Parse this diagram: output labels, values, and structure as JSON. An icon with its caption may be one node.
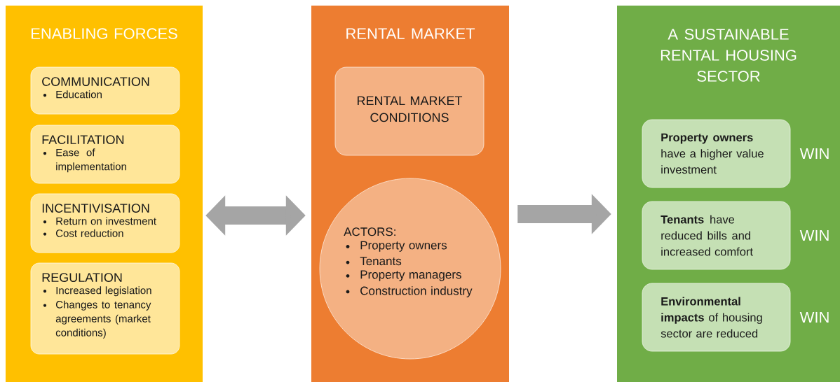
{
  "diagram": {
    "nodes": [
      {
        "text": [
          "ENABLING FORCES"
        ]
      },
      {
        "text": [
          "COMMUNICATION",
          "Education"
        ],
        "in": 0
      },
      {
        "text": [
          "FACILITATION",
          "Ease of implementation"
        ],
        "in": 0
      },
      {
        "text": [
          "INCENTIVISATION",
          "Return on investment",
          "Cost reduction"
        ],
        "in": 0
      },
      {
        "text": [
          "REGULATION",
          "Increased legislation",
          "Changes to tenancy agreements (market conditions)"
        ],
        "in": 0
      },
      {
        "text": [
          "RENTAL MARKET"
        ]
      },
      {
        "text": [
          "RENTAL MARKET CONDITIONS"
        ],
        "in": 5
      },
      {
        "text": [
          "ACTORS:",
          "Property owners",
          "Tenants",
          "Property managers",
          "Construction industry"
        ],
        "in": 5
      },
      {
        "text": [
          "A SUSTAINABLE RENTAL HOUSING SECTOR"
        ]
      },
      {
        "text": [
          "**Property owners** have a higher value investment"
        ],
        "in": 8,
        "beside": [
          "WIN"
        ]
      },
      {
        "text": [
          "**Tenants** have reduced bills and increased comfort"
        ],
        "in": 8,
        "beside": [
          "WIN"
        ]
      },
      {
        "text": [
          "**Environmental impacts** of housing sector are reduced"
        ],
        "in": 8,
        "beside": [
          "WIN"
        ]
      }
    ],
    "edges": [
      {
        "from": 0,
        "to": 5,
        "arrow": "both"
      },
      {
        "from": 5,
        "to": 8,
        "arrow": "to"
      }
    ]
  }
}
